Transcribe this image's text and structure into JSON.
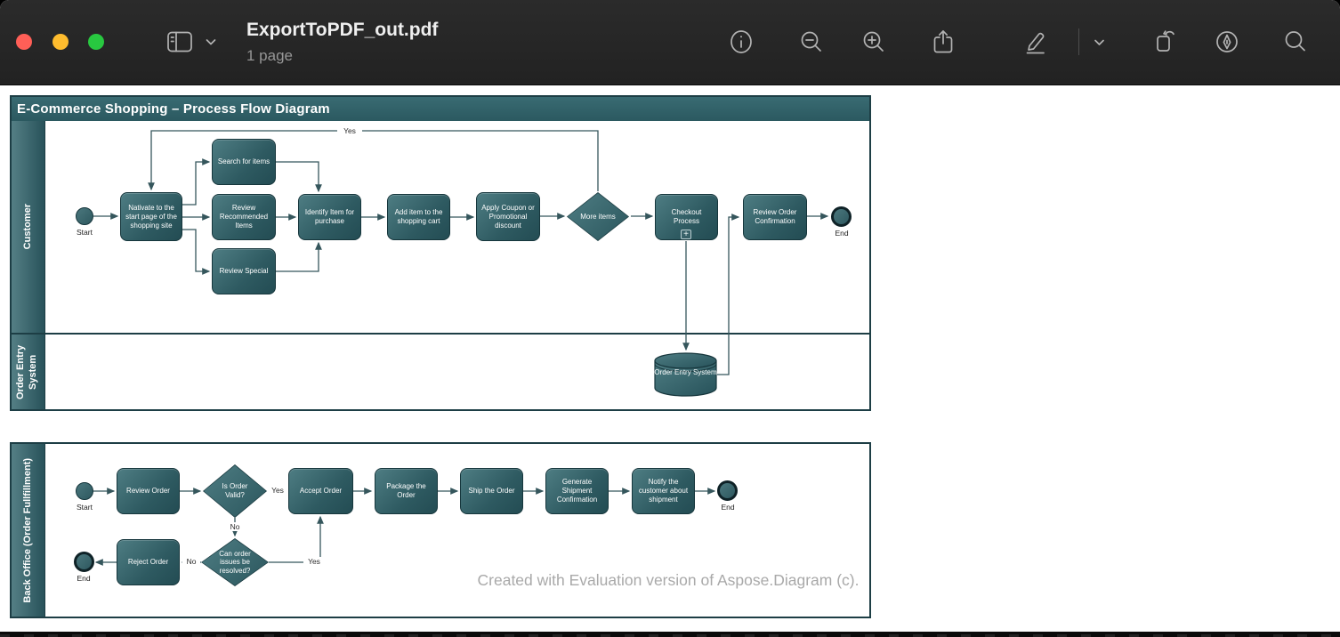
{
  "window": {
    "title": "ExportToPDF_out.pdf",
    "subtitle": "1 page",
    "toolbar_icons": [
      "sidebar-toggle",
      "sidebar-chevron",
      "info",
      "zoom-out",
      "zoom-in",
      "share",
      "markup-pencil",
      "markup-expand-chevron",
      "rotate-left",
      "annotate-pen",
      "search"
    ]
  },
  "colors": {
    "teal_light": "#4e7d83",
    "teal_dark": "#2b565d",
    "frame_border": "#1d3e45",
    "connector": "#35565c",
    "watermark": "#a9a9a9",
    "traffic_red": "#ff5f57",
    "traffic_yellow": "#febc2e",
    "traffic_green": "#28c840"
  },
  "diagram1": {
    "title": "E-Commerce Shopping – Process Flow Diagram",
    "lanes": {
      "lane1": "Customer",
      "lane2": "Order Entry System"
    },
    "nodes": {
      "start": "Start",
      "navigate": "Nativate to the start page of the shopping site",
      "search": "Search for items",
      "review_recommended": "Review Recommended Items",
      "review_special": "Review Special",
      "identify": "Identify Item for purchase",
      "add_item": "Add item to the shopping cart",
      "apply_coupon": "Apply Coupon or Promotional discount",
      "more_items": "More items",
      "checkout": "Checkout Process",
      "review_confirmation": "Review Order Confirmation",
      "end": "End",
      "database": "Order Entry System"
    },
    "edge_labels": {
      "yes": "Yes"
    },
    "icons": {
      "subprocess_marker": "+"
    }
  },
  "diagram2": {
    "lane": "Back Office (Order Fullfillment)",
    "nodes": {
      "start": "Start",
      "review_order": "Review Order",
      "is_valid": "Is Order Valid?",
      "accept": "Accept Order",
      "package": "Package the Order",
      "ship": "Ship the Order",
      "generate": "Generate Shipment Confirmation",
      "notify": "Notify the customer about shipment",
      "end_top": "End",
      "can_resolve": "Can order issues be resolved?",
      "reject": "Reject Order",
      "end_bottom": "End"
    },
    "edge_labels": {
      "valid_yes": "Yes",
      "valid_no": "No",
      "resolve_no": "No",
      "resolve_yes": "Yes"
    }
  },
  "watermark": "Created with Evaluation version of Aspose.Diagram (c)."
}
